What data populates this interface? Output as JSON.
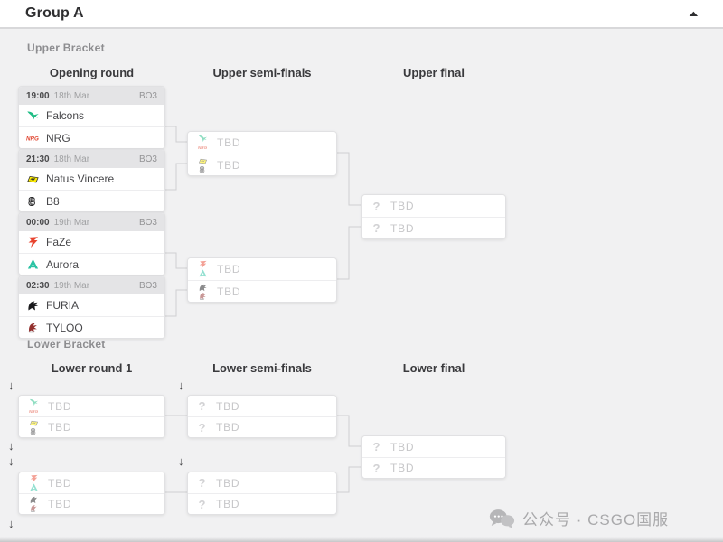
{
  "labels": {
    "tbd": "TBD",
    "unknown_team": "?",
    "drop_arrow": "↓"
  },
  "header": {
    "title": "Group A",
    "collapse_icon": "▲"
  },
  "upper_bracket": {
    "label": "Upper Bracket",
    "columns": [
      "Opening round",
      "Upper semi-finals",
      "Upper final"
    ],
    "opening_matches": [
      {
        "time": "19:00",
        "date": "18th Mar",
        "format": "BO3",
        "teams": [
          {
            "name": "Falcons",
            "icon": "falcons-logo"
          },
          {
            "name": "NRG",
            "icon": "nrg-logo"
          }
        ]
      },
      {
        "time": "21:30",
        "date": "18th Mar",
        "format": "BO3",
        "teams": [
          {
            "name": "Natus Vincere",
            "icon": "navi-logo"
          },
          {
            "name": "B8",
            "icon": "b8-logo"
          }
        ]
      },
      {
        "time": "00:00",
        "date": "19th Mar",
        "format": "BO3",
        "teams": [
          {
            "name": "FaZe",
            "icon": "faze-logo"
          },
          {
            "name": "Aurora",
            "icon": "aurora-logo"
          }
        ]
      },
      {
        "time": "02:30",
        "date": "19th Mar",
        "format": "BO3",
        "teams": [
          {
            "name": "FURIA",
            "icon": "furia-logo"
          },
          {
            "name": "TYLOO",
            "icon": "tyloo-logo"
          }
        ]
      }
    ],
    "semi_finals": [
      {
        "slots": [
          {
            "label": "TBD",
            "possible_teams": [
              "Falcons",
              "NRG"
            ]
          },
          {
            "label": "TBD",
            "possible_teams": [
              "Natus Vincere",
              "B8"
            ]
          }
        ]
      },
      {
        "slots": [
          {
            "label": "TBD",
            "possible_teams": [
              "FaZe",
              "Aurora"
            ]
          },
          {
            "label": "TBD",
            "possible_teams": [
              "FURIA",
              "TYLOO"
            ]
          }
        ]
      }
    ],
    "final": {
      "slots": [
        {
          "label": "TBD",
          "icon": "question-icon"
        },
        {
          "label": "TBD",
          "icon": "question-icon"
        }
      ]
    }
  },
  "lower_bracket": {
    "label": "Lower Bracket",
    "columns": [
      "Lower round 1",
      "Lower semi-finals",
      "Lower final"
    ],
    "round1": [
      {
        "slots": [
          {
            "label": "TBD",
            "possible_teams": [
              "Falcons",
              "NRG"
            ]
          },
          {
            "label": "TBD",
            "possible_teams": [
              "Natus Vincere",
              "B8"
            ]
          }
        ]
      },
      {
        "slots": [
          {
            "label": "TBD",
            "possible_teams": [
              "FaZe",
              "Aurora"
            ]
          },
          {
            "label": "TBD",
            "possible_teams": [
              "FURIA",
              "TYLOO"
            ]
          }
        ]
      }
    ],
    "semi_finals": [
      {
        "slots": [
          {
            "label": "TBD",
            "icon": "question-icon"
          },
          {
            "label": "TBD",
            "icon": "question-icon"
          }
        ]
      },
      {
        "slots": [
          {
            "label": "TBD",
            "icon": "question-icon"
          },
          {
            "label": "TBD",
            "icon": "question-icon"
          }
        ]
      }
    ],
    "final": {
      "slots": [
        {
          "label": "TBD",
          "icon": "question-icon"
        },
        {
          "label": "TBD",
          "icon": "question-icon"
        }
      ]
    }
  },
  "watermark": {
    "text": "公众号 · CSGO国服"
  },
  "colors": {
    "background": "#f1f1f2",
    "box_border": "#e1e1e3",
    "match_header_bg": "#e4e4e6",
    "connector": "#cfcfd1",
    "tbd_text": "#c7c7c9",
    "falcons_green": "#1fbd85",
    "nrg_red": "#e0442f",
    "navi_yellow": "#ffee00",
    "faze_red": "#e8432e",
    "aurora_teal": "#2bc3a4",
    "furia_black": "#1a1a1c",
    "tyloo_red": "#93302e"
  }
}
